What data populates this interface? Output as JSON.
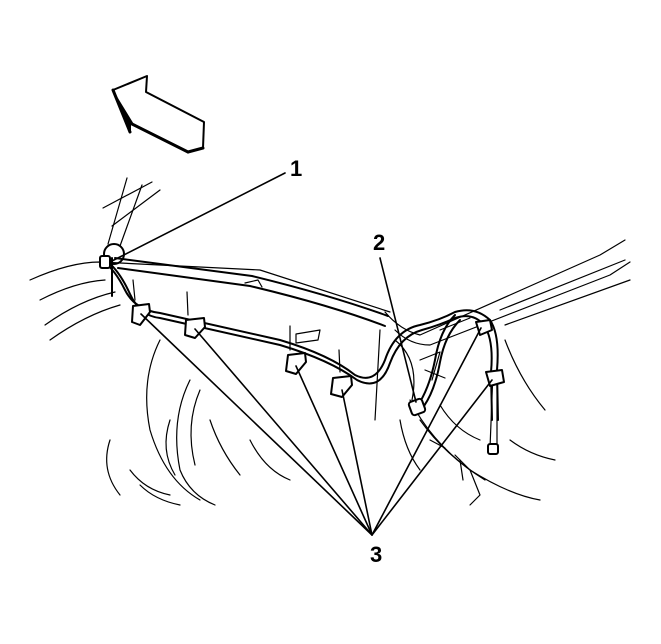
{
  "callouts": {
    "c1": "1",
    "c2": "2",
    "c3": "3"
  },
  "icons": {
    "direction_arrow": "front-direction-arrow-icon"
  },
  "colors": {
    "line": "#000000",
    "background": "#ffffff"
  }
}
